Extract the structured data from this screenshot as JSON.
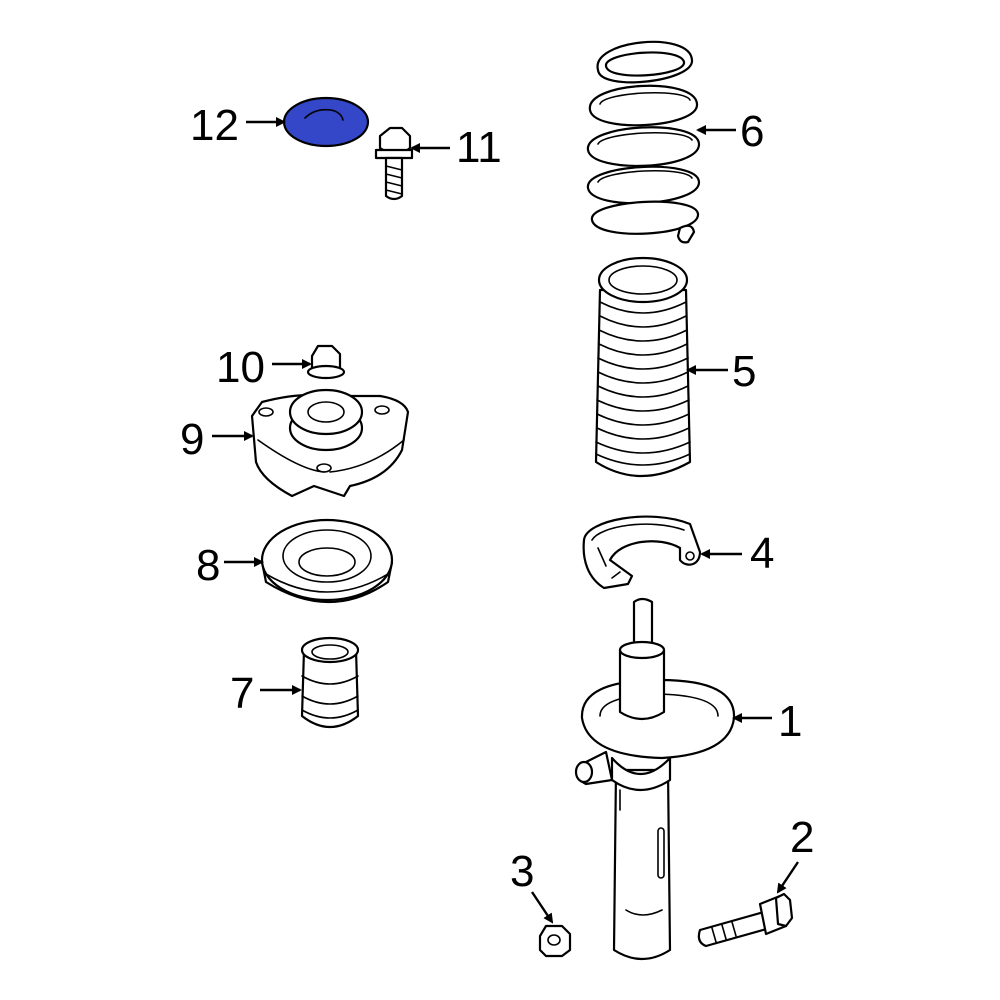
{
  "colors": {
    "background": "#ffffff",
    "line": "#000000",
    "highlight": "#3347c8"
  },
  "callouts": {
    "c1": "1",
    "c2": "2",
    "c3": "3",
    "c4": "4",
    "c5": "5",
    "c6": "6",
    "c7": "7",
    "c8": "8",
    "c9": "9",
    "c10": "10",
    "c11": "11",
    "c12": "12"
  },
  "highlighted_part": "12"
}
